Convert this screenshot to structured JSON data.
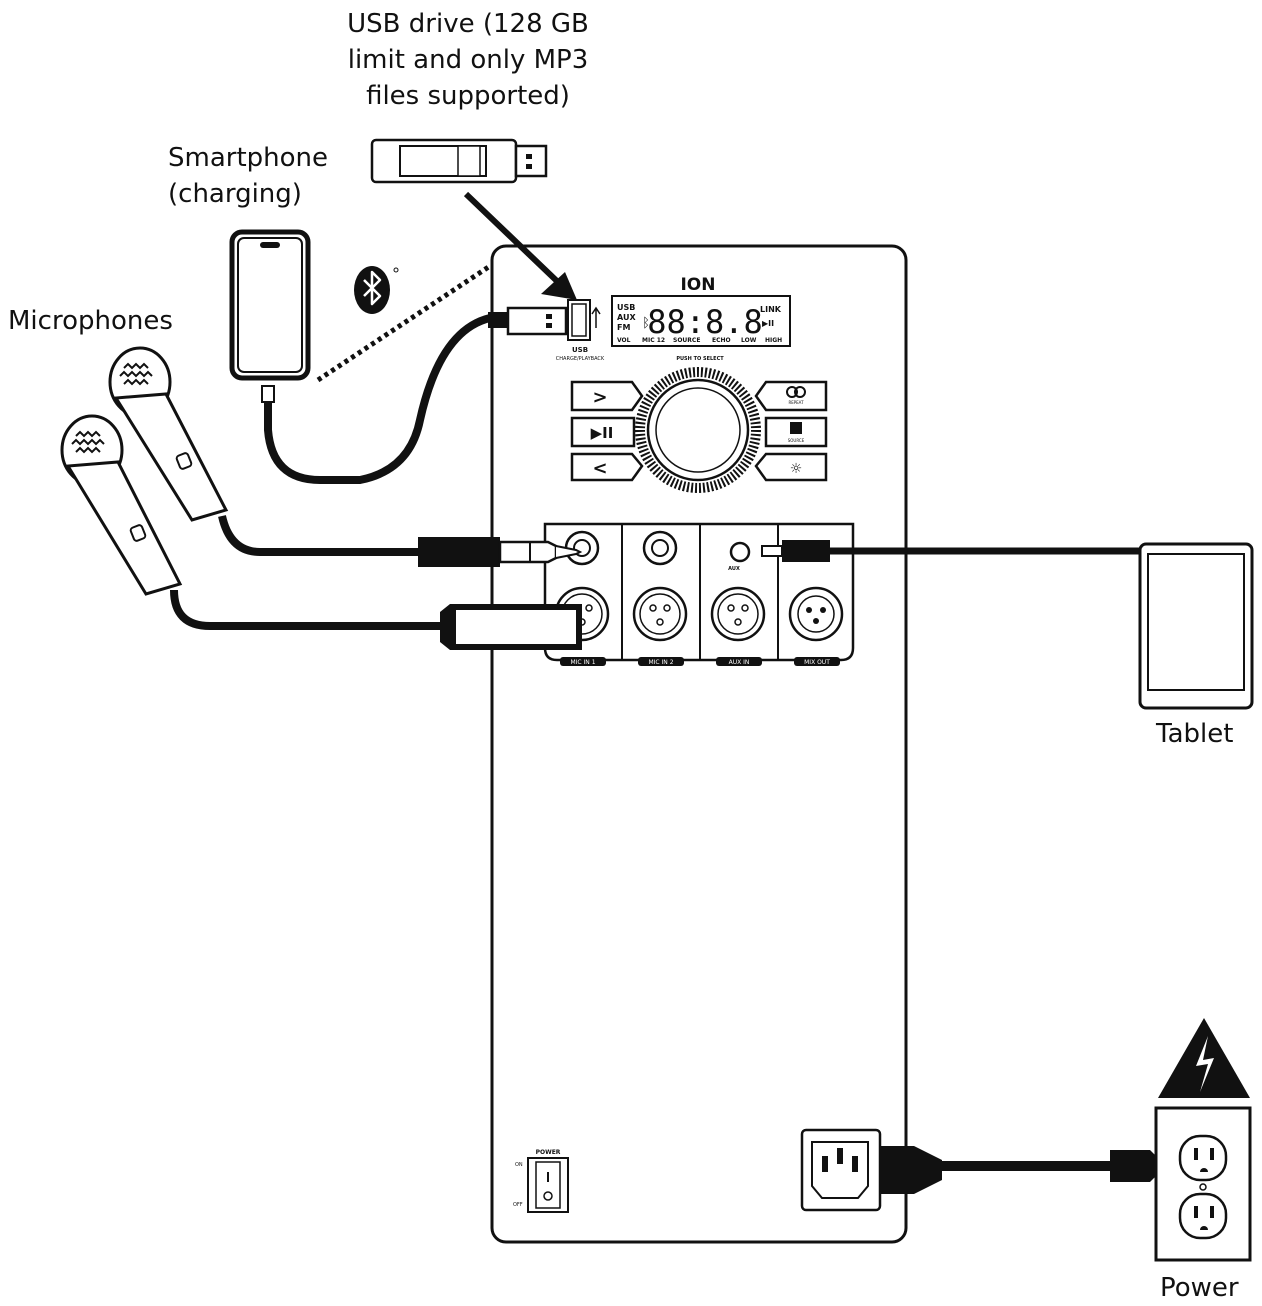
{
  "callouts": {
    "usb_drive": "USB drive (128 GB\nlimit and only MP3\nfiles supported)",
    "smartphone": "Smartphone\n(charging)",
    "microphones": "Microphones",
    "tablet": "Tablet",
    "power": "Power"
  },
  "panel": {
    "brand": "ION",
    "usb_port_label": "USB",
    "usb_port_sublabel": "CHARGE/\nPLAYBACK",
    "display": {
      "digits": "88:8.8",
      "left_indicators": [
        "USB",
        "AUX",
        "FM"
      ],
      "right_indicators": [
        "LINK",
        "▶II"
      ],
      "bottom_labels": [
        "VOL",
        "MIC 12",
        "SOURCE",
        "ECHO",
        "LOW",
        "HIGH"
      ]
    },
    "knob_caption": "PUSH TO SELECT",
    "buttons": {
      "next": ">",
      "play_pause": "▶II",
      "previous": "<",
      "repeat_caption": "REPEAT",
      "source_caption": "SOURCE",
      "light": "☼"
    },
    "jack_labels": [
      "MIC IN 1",
      "MIC IN 2",
      "AUX IN",
      "MIX OUT"
    ],
    "aux_label": "AUX",
    "power_switch": {
      "label": "POWER",
      "on_label": "ON",
      "off_label": "OFF"
    }
  },
  "colors": {
    "line": "#111111",
    "background": "#ffffff",
    "panel_fill": "#ffffff",
    "warning_fill": "#111111"
  },
  "icons": {
    "bluetooth": "bluetooth-icon",
    "warning": "high-voltage-warning-icon"
  }
}
